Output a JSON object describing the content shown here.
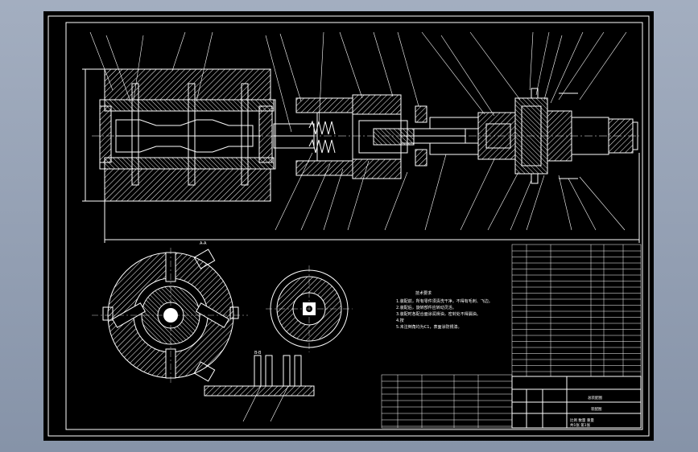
{
  "window": {
    "background_color": "#94a0b4",
    "sheet_color": "#000000",
    "line_color": "#ffffff"
  },
  "drawing": {
    "section_mark_top": "A-A",
    "section_mark_bottom": "B-B",
    "notes_title": "技术要求",
    "notes": [
      "1.装配前，所有零件须清洗干净，不得有毛刺、飞边。",
      "2.装配后，旋转部件应转动灵活。",
      "3.装配时各配合面涂润滑油，密封处不得漏油。",
      "4.按",
      "5.未注倒角均为C1，表面涂防锈漆。"
    ],
    "title_block": {
      "drawing_title": "总装配图",
      "sheet_label": "装配图",
      "scale_row": "比例  数量  重量",
      "sheet_number": "共1张  第1张"
    }
  }
}
